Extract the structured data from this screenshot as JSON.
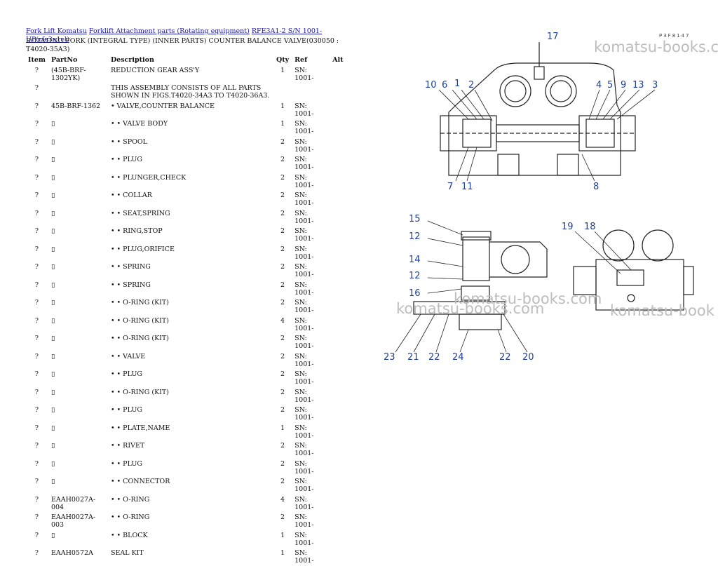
{
  "breadcrumb": {
    "links": [
      "Fork Lift Komatsu",
      "Forklift Attachment parts (Rotating equipment)",
      "RFE3A1-2 S/N 1001-UP(rfe3a1el)"
    ]
  },
  "title": "ROTATING FORK (INTEGRAL TYPE) (INNER PARTS) COUNTER BALANCE VALVE(030050 : T4020-35A3)",
  "table": {
    "headers": [
      "Item",
      "PartNo",
      "Description",
      "Qty",
      "Ref",
      "Alt"
    ],
    "rows": [
      {
        "item": "?",
        "part": "(45B-BRF-1302YK)",
        "desc": "REDUCTION GEAR ASS'Y",
        "qty": "1",
        "ref": "SN: 1001-"
      },
      {
        "item": "?",
        "part": "",
        "desc": "THIS ASSEMBLY CONSISTS OF ALL PARTS SHOWN IN FIGS.T4020-34A3 TO T4020-36A3.",
        "qty": "",
        "ref": ""
      },
      {
        "item": "?",
        "part": "45B-BRF-1362",
        "desc": "• VALVE,COUNTER BALANCE",
        "qty": "1",
        "ref": "SN: 1001-"
      },
      {
        "item": "?",
        "part": "▯",
        "desc": "• • VALVE BODY",
        "qty": "1",
        "ref": "SN: 1001-"
      },
      {
        "item": "?",
        "part": "▯",
        "desc": "• • SPOOL",
        "qty": "2",
        "ref": "SN: 1001-"
      },
      {
        "item": "?",
        "part": "▯",
        "desc": "• • PLUG",
        "qty": "2",
        "ref": "SN: 1001-"
      },
      {
        "item": "?",
        "part": "▯",
        "desc": "• • PLUNGER,CHECK",
        "qty": "2",
        "ref": "SN: 1001-"
      },
      {
        "item": "?",
        "part": "▯",
        "desc": "• • COLLAR",
        "qty": "2",
        "ref": "SN: 1001-"
      },
      {
        "item": "?",
        "part": "▯",
        "desc": "• • SEAT,SPRING",
        "qty": "2",
        "ref": "SN: 1001-"
      },
      {
        "item": "?",
        "part": "▯",
        "desc": "• • RING,STOP",
        "qty": "2",
        "ref": "SN: 1001-"
      },
      {
        "item": "?",
        "part": "▯",
        "desc": "• • PLUG,ORIFICE",
        "qty": "2",
        "ref": "SN: 1001-"
      },
      {
        "item": "?",
        "part": "▯",
        "desc": "• • SPRING",
        "qty": "2",
        "ref": "SN: 1001-"
      },
      {
        "item": "?",
        "part": "▯",
        "desc": "• • SPRING",
        "qty": "2",
        "ref": "SN: 1001-"
      },
      {
        "item": "?",
        "part": "▯",
        "desc": "• • O-RING (KIT)",
        "qty": "2",
        "ref": "SN: 1001-"
      },
      {
        "item": "?",
        "part": "▯",
        "desc": "• • O-RING (KIT)",
        "qty": "4",
        "ref": "SN: 1001-"
      },
      {
        "item": "?",
        "part": "▯",
        "desc": "• • O-RING (KIT)",
        "qty": "2",
        "ref": "SN: 1001-"
      },
      {
        "item": "?",
        "part": "▯",
        "desc": "• • VALVE",
        "qty": "2",
        "ref": "SN: 1001-"
      },
      {
        "item": "?",
        "part": "▯",
        "desc": "• • PLUG",
        "qty": "2",
        "ref": "SN: 1001-"
      },
      {
        "item": "?",
        "part": "▯",
        "desc": "• • O-RING (KIT)",
        "qty": "2",
        "ref": "SN: 1001-"
      },
      {
        "item": "?",
        "part": "▯",
        "desc": "• • PLUG",
        "qty": "2",
        "ref": "SN: 1001-"
      },
      {
        "item": "?",
        "part": "▯",
        "desc": "• • PLATE,NAME",
        "qty": "1",
        "ref": "SN: 1001-"
      },
      {
        "item": "?",
        "part": "▯",
        "desc": "• • RIVET",
        "qty": "2",
        "ref": "SN: 1001-"
      },
      {
        "item": "?",
        "part": "▯",
        "desc": "• • PLUG",
        "qty": "2",
        "ref": "SN: 1001-"
      },
      {
        "item": "?",
        "part": "▯",
        "desc": "• • CONNECTOR",
        "qty": "2",
        "ref": "SN: 1001-"
      },
      {
        "item": "?",
        "part": "EAAH0027A-004",
        "desc": "• • O-RING",
        "qty": "4",
        "ref": "SN: 1001-"
      },
      {
        "item": "?",
        "part": "EAAH0027A-003",
        "desc": "• • O-RING",
        "qty": "2",
        "ref": "SN: 1001-"
      },
      {
        "item": "?",
        "part": "▯",
        "desc": "• • BLOCK",
        "qty": "1",
        "ref": "SN: 1001-"
      },
      {
        "item": "?",
        "part": "EAAH0572A",
        "desc": "SEAL KIT",
        "qty": "1",
        "ref": "SN: 1001-"
      }
    ]
  },
  "diagram": {
    "figure_code": "P3F8147",
    "watermarks": [
      "komatsu-books.c",
      "komatsu-books.com",
      "komatsu-books.com",
      "komatsu-book"
    ],
    "callouts_top": [
      "17",
      "10",
      "6",
      "1",
      "2",
      "4",
      "5",
      "9",
      "13",
      "3",
      "7",
      "11",
      "8"
    ],
    "callouts_bottom_left": [
      "15",
      "12",
      "14",
      "12",
      "16",
      "23",
      "21",
      "22",
      "24",
      "22",
      "20"
    ],
    "callouts_bottom_right": [
      "19",
      "18"
    ]
  },
  "colors": {
    "link": "#1a1aa6",
    "callout": "#1c3f9c",
    "watermark": "#bdbdbd"
  }
}
